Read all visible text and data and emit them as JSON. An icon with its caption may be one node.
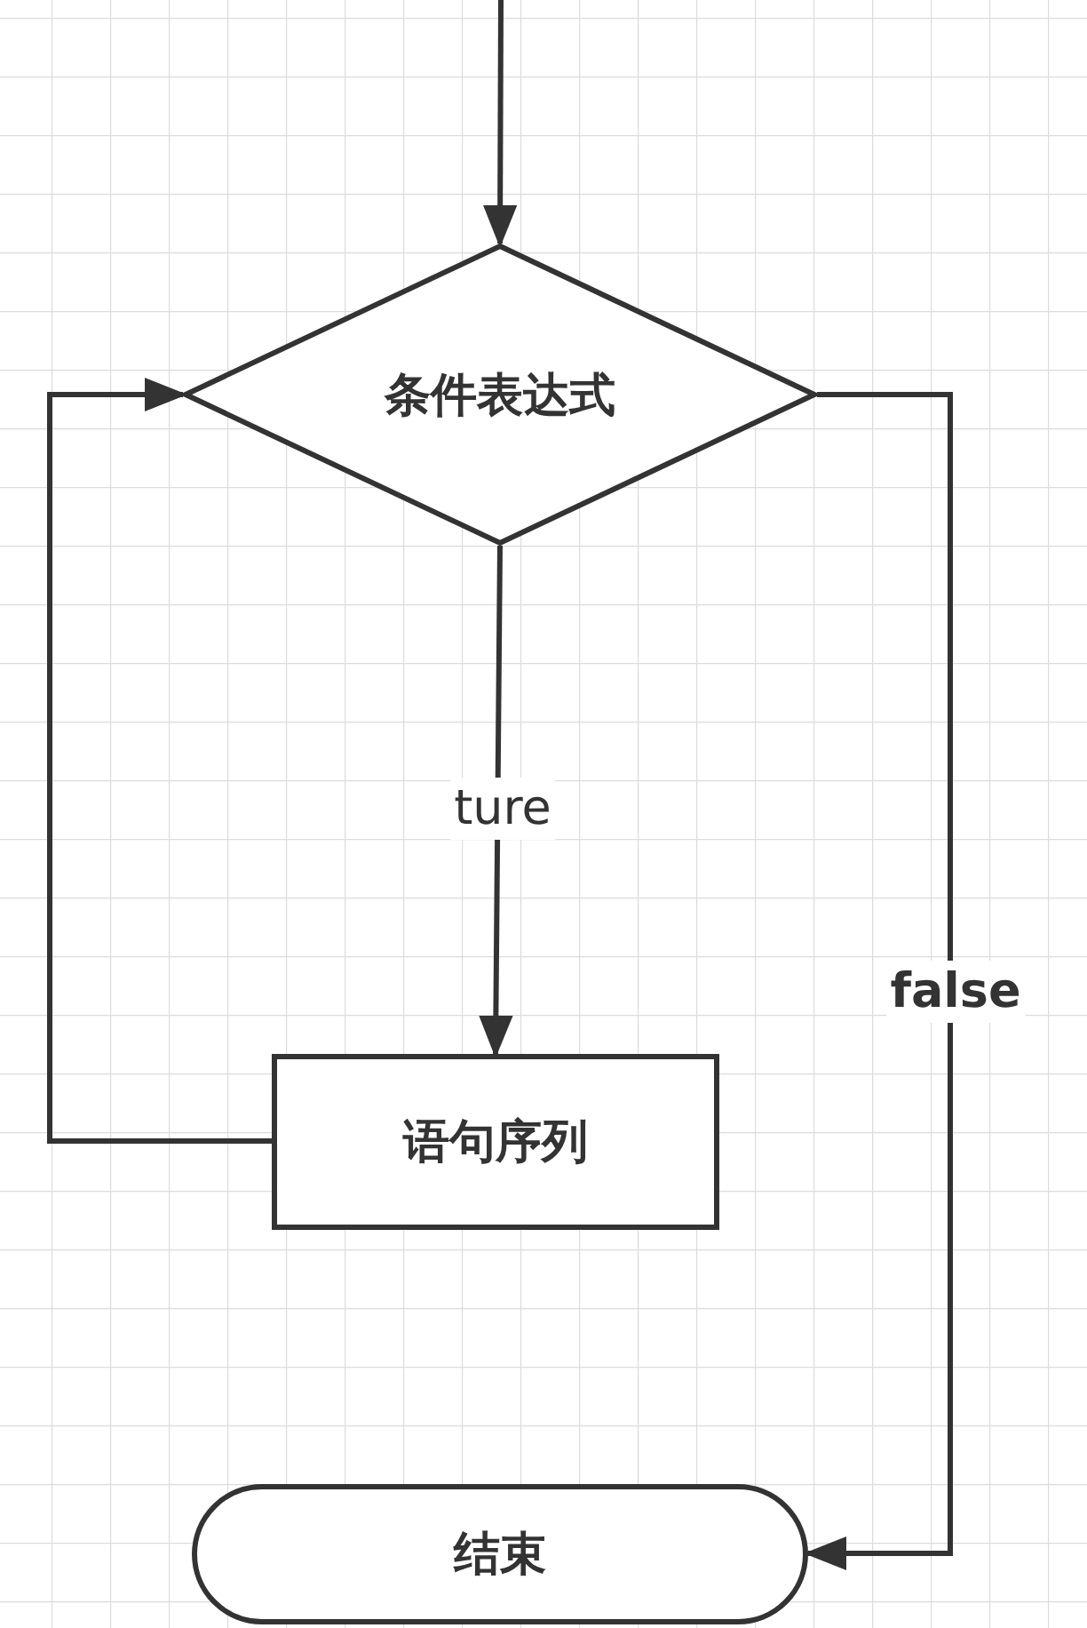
{
  "diagram": {
    "nodes": [
      {
        "text": [
          "条件表达式"
        ]
      },
      {
        "text": [
          "语句序列"
        ]
      },
      {
        "text": [
          "结束"
        ]
      }
    ],
    "edges": [
      {
        "from": null,
        "to": 0,
        "arrow": "to"
      },
      {
        "from": 0,
        "to": 1,
        "arrow": "to",
        "label": "ture"
      },
      {
        "from": 1,
        "to": 0,
        "arrow": "to"
      },
      {
        "from": 0,
        "to": 2,
        "arrow": "to",
        "label": "false"
      }
    ]
  }
}
